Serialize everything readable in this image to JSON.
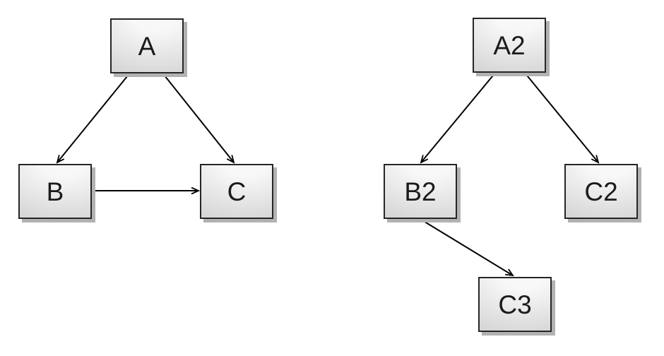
{
  "diagram": {
    "background_color": "#ffffff",
    "node_style": {
      "fill_light": "#f8f8f8",
      "fill_dark": "#cecece",
      "border_color": "#262626",
      "shadow_color": "#b2b2b2",
      "text_color": "#1b1b1b"
    },
    "edge_color": "#000000",
    "left": {
      "nodes": [
        {
          "id": "A",
          "label": "A"
        },
        {
          "id": "B",
          "label": "B"
        },
        {
          "id": "C",
          "label": "C"
        }
      ],
      "edges": [
        {
          "from": "A",
          "to": "B"
        },
        {
          "from": "A",
          "to": "C"
        },
        {
          "from": "B",
          "to": "C"
        }
      ]
    },
    "right": {
      "nodes": [
        {
          "id": "A2",
          "label": "A2"
        },
        {
          "id": "B2",
          "label": "B2"
        },
        {
          "id": "C2",
          "label": "C2"
        },
        {
          "id": "C3",
          "label": "C3"
        }
      ],
      "edges": [
        {
          "from": "A2",
          "to": "B2"
        },
        {
          "from": "A2",
          "to": "C2"
        },
        {
          "from": "B2",
          "to": "C3"
        }
      ]
    }
  }
}
